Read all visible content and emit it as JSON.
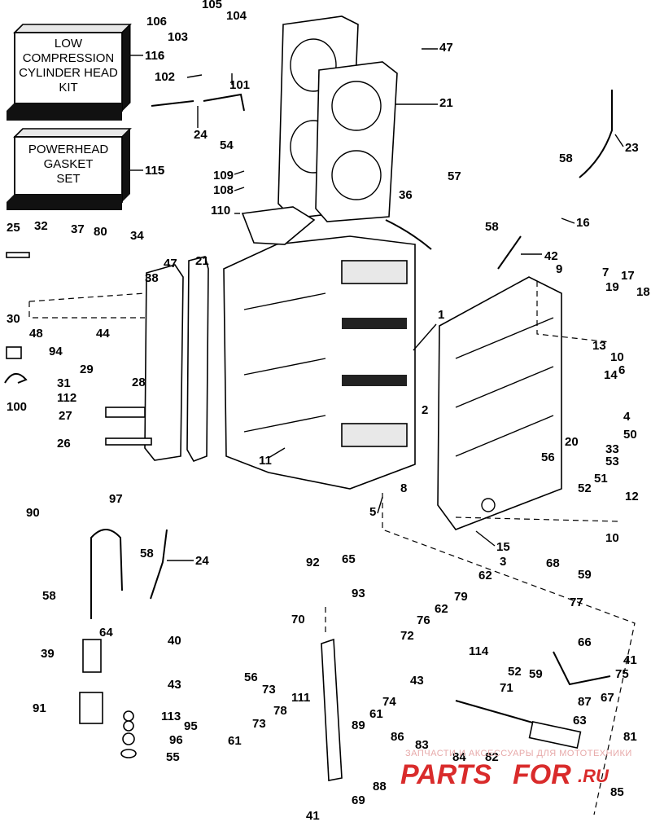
{
  "kits": {
    "low_compression": {
      "lines": [
        "LOW",
        "COMPRESSION",
        "CYLINDER HEAD",
        "KIT"
      ],
      "ref": "116"
    },
    "powerhead_gasket": {
      "lines": [
        "POWERHEAD",
        "GASKET",
        "SET"
      ],
      "ref": "115"
    }
  },
  "callouts": [
    "106",
    "105",
    "104",
    "103",
    "47",
    "116",
    "102",
    "101",
    "21",
    "24",
    "54",
    "23",
    "115",
    "58",
    "109",
    "108",
    "110",
    "36",
    "57",
    "16",
    "25",
    "32",
    "37",
    "80",
    "34",
    "47",
    "21",
    "38",
    "58",
    "42",
    "9",
    "7",
    "19",
    "17",
    "18",
    "30",
    "48",
    "44",
    "1",
    "10",
    "94",
    "31",
    "29",
    "28",
    "13",
    "14",
    "6",
    "100",
    "112",
    "27",
    "2",
    "4",
    "50",
    "26",
    "11",
    "20",
    "33",
    "56",
    "53",
    "51",
    "8",
    "52",
    "12",
    "5",
    "15",
    "10",
    "3",
    "97",
    "90",
    "24",
    "58",
    "58",
    "92",
    "65",
    "62",
    "68",
    "59",
    "93",
    "79",
    "77",
    "62",
    "76",
    "70",
    "72",
    "66",
    "64",
    "40",
    "39",
    "114",
    "41",
    "52",
    "59",
    "75",
    "56",
    "73",
    "111",
    "74",
    "71",
    "43",
    "87",
    "67",
    "91",
    "113",
    "95",
    "96",
    "55",
    "89",
    "61",
    "73",
    "78",
    "61",
    "63",
    "81",
    "86",
    "83",
    "84",
    "82",
    "85",
    "88",
    "69",
    "41",
    "43",
    "58"
  ],
  "watermark": {
    "tagline": "ЗАПЧАСТИ И АКСЕССУАРЫ ДЛЯ МОТОТЕХНИКИ",
    "brand_left": "PARTS",
    "brand_right": "FOR",
    "brand_tld": ".RU"
  },
  "colors": {
    "line": "#000000",
    "background": "#ffffff",
    "watermark_red": "#d92b2b",
    "watermark_pink": "#e7a9a9"
  }
}
